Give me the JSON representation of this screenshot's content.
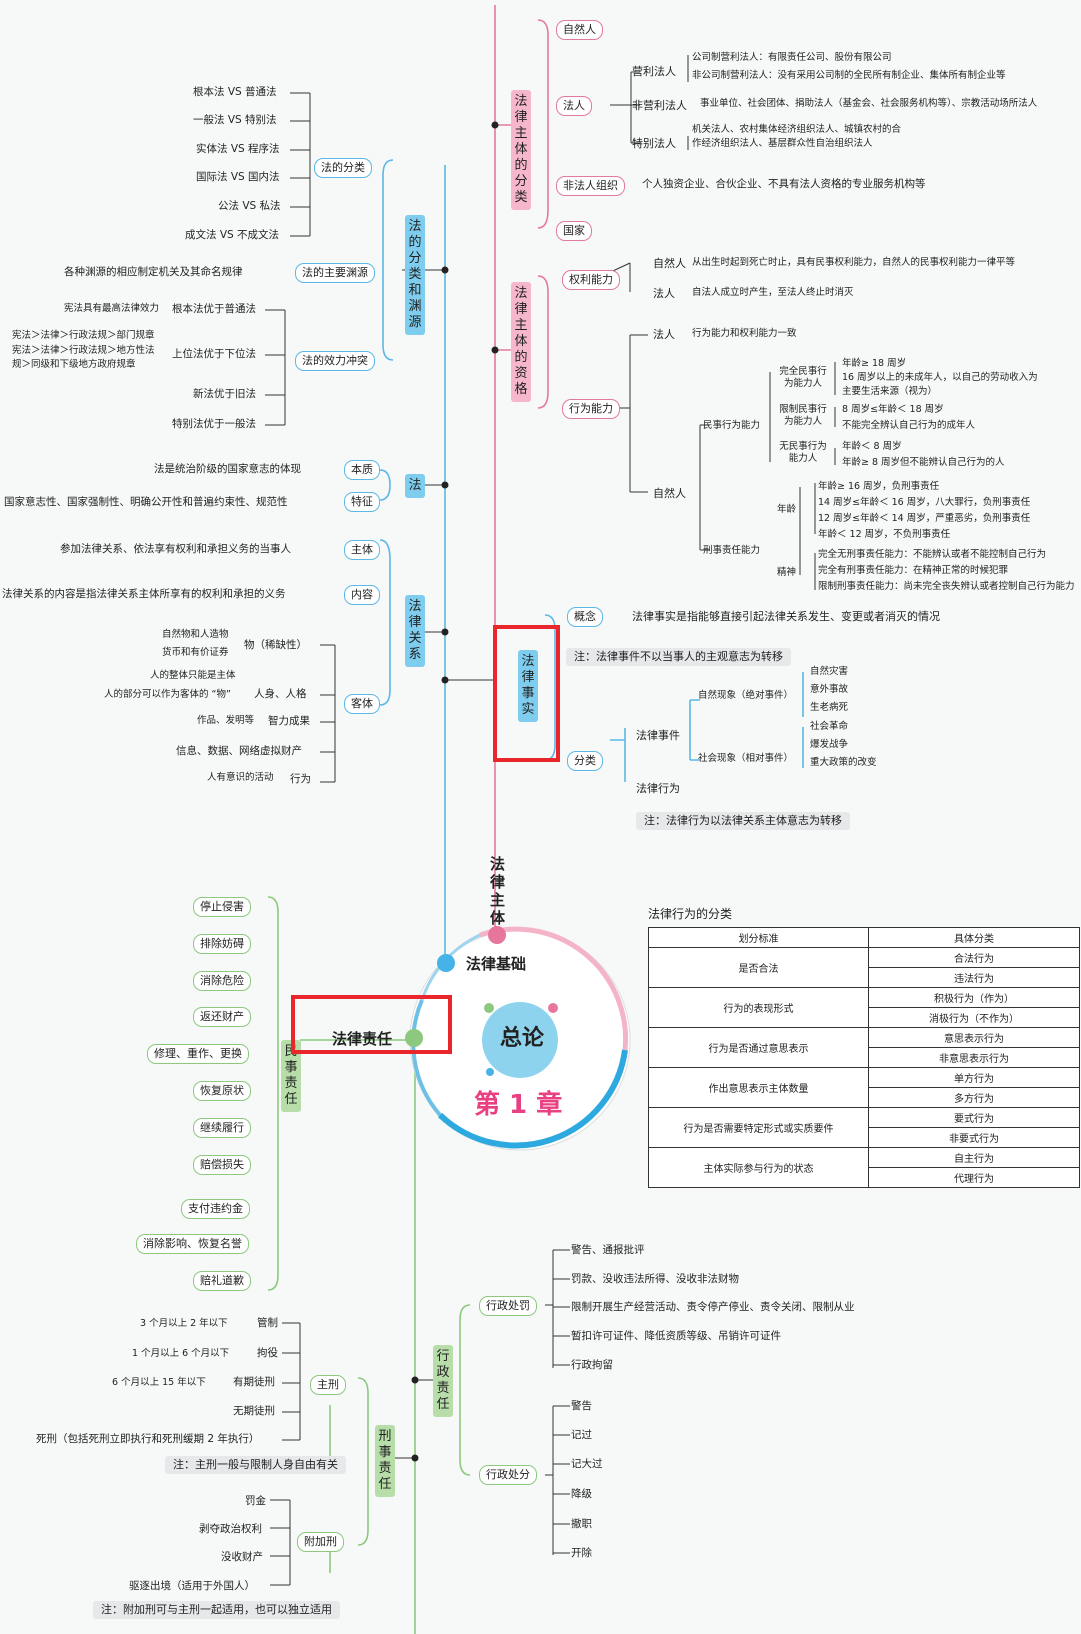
{
  "center": {
    "title": "总论",
    "chapter": "第 1 章"
  },
  "branches": {
    "subject": "法律主体",
    "basis": "法律基础",
    "liability": "法律责任"
  },
  "subject_classes": {
    "label": "法律主体的分类",
    "natural": "自然人",
    "legal": "法人",
    "profit": "营利法人",
    "profit_a": "公司制营利法人：有限责任公司、股份有限公司",
    "profit_b": "非公司制营利法人：没有采用公司制的全民所有制企业、集体所有制企业等",
    "nonprofit": "非营利法人",
    "nonprofit_a": "事业单位、社会团体、捐助法人（基金会、社会服务机构等）、宗教活动场所法人",
    "special": "特别法人",
    "special_a": "机关法人、农村集体经济组织法人、城镇农村的合",
    "special_b": "作经济组织法人、基层群众性自治组织法人",
    "unincorp": "非法人组织",
    "unincorp_a": "个人独资企业、合伙企业、不具有法人资格的专业服务机构等",
    "state": "国家"
  },
  "subject_capacity": {
    "label": "法律主体的资格",
    "rights": "权利能力",
    "rights_natural": "自然人",
    "rights_natural_text": "从出生时起到死亡时止，具有民事权利能力，自然人的民事权利能力一律平等",
    "rights_legal": "法人",
    "rights_legal_text": "自法人成立时产生，至法人终止时消灭",
    "act": "行为能力",
    "act_legal": "法人",
    "act_legal_text": "行为能力和权利能力一致",
    "act_natural": "自然人",
    "civil": "民事行为能力",
    "full": "完全民事行为能力人",
    "full_a": "年龄≥ 18 周岁",
    "full_b": "16 周岁以上的未成年人，以自己的劳动收入为",
    "full_c": "主要生活来源（视为）",
    "limited": "限制民事行为能力人",
    "limited_a": "8 周岁≤年龄＜ 18 周岁",
    "limited_b": "不能完全辨认自己行为的成年人",
    "none": "无民事行为能力人",
    "none_a": "年龄＜ 8 周岁",
    "none_b": "年龄≥ 8 周岁但不能辨认自己行为的人",
    "criminal": "刑事责任能力",
    "age": "年龄",
    "age_a": "年龄≥ 16 周岁，负刑事责任",
    "age_b": "14 周岁≤年龄＜ 16 周岁，八大罪行，负刑事责任",
    "age_c": "12 周岁≤年龄＜ 14 周岁，严重恶劣，负刑事责任",
    "age_d": "年龄＜ 12 周岁，不负刑事责任",
    "mental": "精神",
    "mental_a": "完全无刑事责任能力：不能辨认或者不能控制自己行为",
    "mental_b": "完全有刑事责任能力：在精神正常的时候犯罪",
    "mental_c": "限制刑事责任能力：尚未完全丧失辨认或者控制自己行为能力"
  },
  "legal_fact": {
    "label": "法律事实",
    "concept": "概念",
    "concept_text": "法律事实是指能够直接引起法律关系发生、变更或者消灭的情况",
    "note_event": "注：法律事件不以当事人的主观意志为转移",
    "cls": "分类",
    "event": "法律事件",
    "natural": "自然现象（绝对事件）",
    "natural_items": [
      "自然灾害",
      "意外事故",
      "生老病死"
    ],
    "social": "社会现象（相对事件）",
    "social_items": [
      "社会革命",
      "爆发战争",
      "重大政策的改变"
    ],
    "act": "法律行为",
    "note_act": "注：法律行为以法律关系主体意志为转移"
  },
  "law_class": {
    "label": "法的分类和渊源",
    "classes": "法的分类",
    "class_items": [
      "根本法 VS 普通法",
      "一般法 VS 特别法",
      "实体法 VS 程序法",
      "国际法 VS 国内法",
      "公法 VS 私法",
      "成文法 VS 不成文法"
    ],
    "sources": "法的主要渊源",
    "sources_text": "各种渊源的相应制定机关及其命名规律",
    "conflict": "法的效力冲突",
    "c1": "根本法优于普通法",
    "c1_note": "宪法具有最高法律效力",
    "c2": "上位法优于下位法",
    "c2_a": "宪法＞法律＞行政法规＞部门规章",
    "c2_b": "宪法＞法律＞行政法规＞地方性法",
    "c2_c": "规＞同级和下级地方政府规章",
    "c3": "新法优于旧法",
    "c4": "特别法优于一般法"
  },
  "law": {
    "label": "法",
    "essence": "本质",
    "essence_text": "法是统治阶级的国家意志的体现",
    "feature": "特征",
    "feature_text": "国家意志性、国家强制性、明确公开性和普遍约束性、规范性"
  },
  "relation": {
    "label": "法律关系",
    "subject": "主体",
    "subject_text": "参加法律关系、依法享有权利和承担义务的当事人",
    "content": "内容",
    "content_text": "法律关系的内容是指法律关系主体所享有的权利和承担的义务",
    "object": "客体",
    "thing": "物（稀缺性）",
    "thing_a": "自然物和人造物",
    "thing_b": "货币和有价证券",
    "person": "人身、人格",
    "person_a": "人的整体只能是主体",
    "person_b": "人的部分可以作为客体的 “物”",
    "intel": "智力成果",
    "intel_a": "作品、发明等",
    "info": "信息、数据、网络虚拟财产",
    "behavior": "行为",
    "behavior_a": "人有意识的活动"
  },
  "civil": {
    "label": "民事责任",
    "items": [
      "停止侵害",
      "排除妨碍",
      "消除危险",
      "返还财产",
      "修理、重作、更换",
      "恢复原状",
      "继续履行",
      "赔偿损失",
      "支付违约金",
      "消除影响、恢复名誉",
      "赔礼道歉"
    ]
  },
  "criminal": {
    "label": "刑事责任",
    "main": "主刑",
    "m1": "管制",
    "m1_a": "3 个月以上 2 年以下",
    "m2": "拘役",
    "m2_a": "1 个月以上 6 个月以下",
    "m3": "有期徒刑",
    "m3_a": "6 个月以上 15 年以下",
    "m4": "无期徒刑",
    "m5": "死刑（包括死刑立即执行和死刑缓期 2 年执行）",
    "main_note": "注：主刑一般与限制人身自由有关",
    "extra": "附加刑",
    "e1": "罚金",
    "e2": "剥夺政治权利",
    "e3": "没收财产",
    "e4": "驱逐出境（适用于外国人）",
    "extra_note": "注：附加刑可与主刑一起适用，也可以独立适用"
  },
  "admin": {
    "label": "行政责任",
    "penalty": "行政处罚",
    "penalty_items": [
      "警告、通报批评",
      "罚款、没收违法所得、没收非法财物",
      "限制开展生产经营活动、责令停产停业、责令关闭、限制从业",
      "暂扣许可证件、降低资质等级、吊销许可证件",
      "行政拘留"
    ],
    "sanction": "行政处分",
    "sanction_items": [
      "警告",
      "记过",
      "记大过",
      "降级",
      "撤职",
      "开除"
    ]
  },
  "table": {
    "title": "法律行为的分类",
    "h1": "划分标准",
    "h2": "具体分类",
    "rows": [
      {
        "c": "是否合法",
        "a": "合法行为",
        "b": "违法行为"
      },
      {
        "c": "行为的表现形式",
        "a": "积极行为（作为）",
        "b": "消极行为（不作为）"
      },
      {
        "c": "行为是否通过意思表示",
        "a": "意思表示行为",
        "b": "非意思表示行为"
      },
      {
        "c": "作出意思表示主体数量",
        "a": "单方行为",
        "b": "多方行为"
      },
      {
        "c": "行为是否需要特定形式或实质要件",
        "a": "要式行为",
        "b": "非要式行为"
      },
      {
        "c": "主体实际参与行为的状态",
        "a": "自主行为",
        "b": "代理行为"
      }
    ]
  },
  "colors": {
    "pink": "#e27aa0",
    "blue": "#5cb8e6",
    "green": "#8cc97e",
    "highlight": "#e8262b"
  }
}
